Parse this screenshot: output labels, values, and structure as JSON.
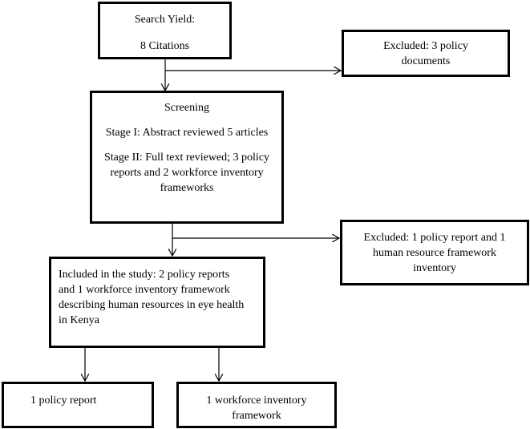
{
  "search_box": {
    "lines": [
      "Search Yield:",
      "8 Citations"
    ]
  },
  "excluded_1": {
    "lines": [
      "Excluded: 3 policy",
      "documents"
    ]
  },
  "screening_box": {
    "title": "Screening",
    "stage1": "Stage I: Abstract reviewed 5 articles",
    "stage2_lines": [
      "Stage II: Full text reviewed; 3 policy",
      "reports and 2 workforce inventory",
      "frameworks"
    ]
  },
  "excluded_2": {
    "lines": [
      "Excluded: 1 policy report and 1",
      "human resource framework",
      "inventory"
    ]
  },
  "included_box": {
    "lines": [
      "Included in the study: 2 policy reports",
      "and 1 workforce inventory framework",
      "describing human resources in eye health",
      "in Kenya"
    ]
  },
  "outcome_1": {
    "label": "1 policy report"
  },
  "outcome_2": {
    "lines": [
      "1 workforce inventory",
      "framework"
    ]
  },
  "colors": {
    "stroke": "#000000",
    "background": "#ffffff"
  }
}
